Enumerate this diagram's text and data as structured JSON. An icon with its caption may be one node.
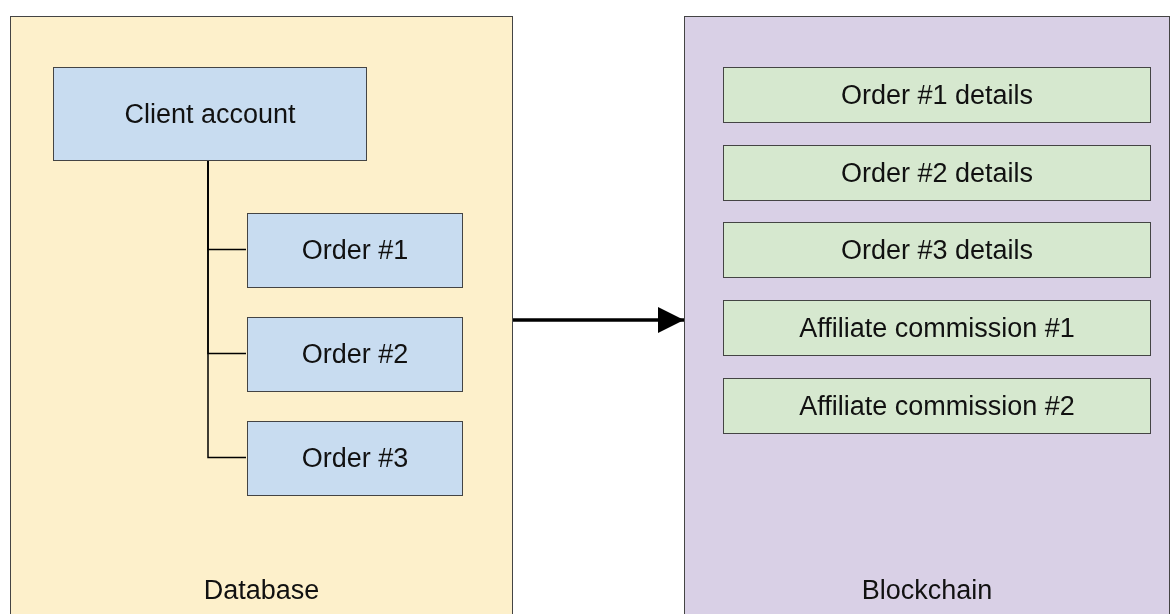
{
  "diagram": {
    "nodes": [
      {
        "text": [
          "Database"
        ]
      },
      {
        "text": [
          "Client account"
        ],
        "in": 0
      },
      {
        "text": [
          "Order #1"
        ],
        "in": 0
      },
      {
        "text": [
          "Order #2"
        ],
        "in": 0
      },
      {
        "text": [
          "Order #3"
        ],
        "in": 0
      },
      {
        "text": [
          "Blockchain"
        ]
      },
      {
        "text": [
          "Order #1 details"
        ],
        "in": 5
      },
      {
        "text": [
          "Order #2 details"
        ],
        "in": 5
      },
      {
        "text": [
          "Order #3 details"
        ],
        "in": 5
      },
      {
        "text": [
          "Affiliate commission #1"
        ],
        "in": 5
      },
      {
        "text": [
          "Affiliate commission #2"
        ],
        "in": 5
      }
    ],
    "edges": [
      {
        "from": 1,
        "to": 2,
        "arrow": "none"
      },
      {
        "from": 1,
        "to": 3,
        "arrow": "none"
      },
      {
        "from": 1,
        "to": 4,
        "arrow": "none"
      },
      {
        "from": 0,
        "to": 5,
        "arrow": "to",
        "style": "thick"
      }
    ]
  }
}
